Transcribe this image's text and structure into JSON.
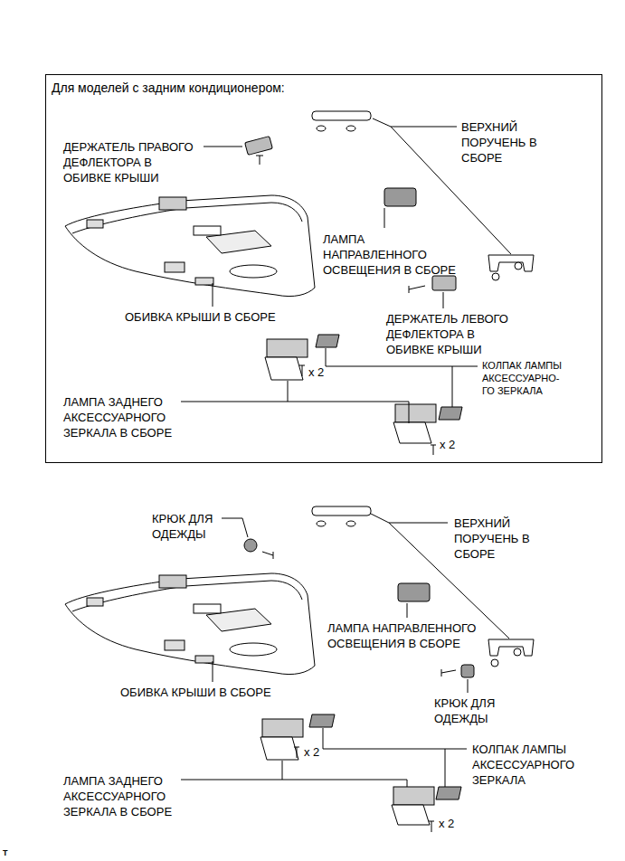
{
  "diagram": {
    "nodes": [
      {
        "text": [
          "Для моделей с задним кондиционером:"
        ]
      }
    ],
    "labels": [
      "ДЕРЖАТЕЛЬ ПРАВОГО ДЕФЛЕКТОРА В ОБИВКЕ КРЫШИ",
      "ВЕРХНИЙ ПОРУЧЕНЬ В СБОРЕ",
      "ЛАМПА НАПРАВЛЕННОГО ОСВЕЩЕНИЯ В СБОРЕ",
      "ОБИВКА КРЫШИ В СБОРЕ",
      "ДЕРЖАТЕЛЬ ЛЕВОГО ДЕФЛЕКТОРА В ОБИВКЕ КРЫШИ",
      "x 2",
      "КОЛПАК ЛАМПЫ АКСЕССУАРНО- ГО ЗЕРКАЛА",
      "ЛАМПА ЗАДНЕГО АКСЕССУАРНОГО ЗЕРКАЛА В СБОРЕ",
      "x 2",
      "КРЮК ДЛЯ ОДЕЖДЫ",
      "ВЕРХНИЙ ПОРУЧЕНЬ В СБОРЕ",
      "ЛАМПА НАПРАВЛЕННОГО ОСВЕЩЕНИЯ В СБОРЕ",
      "ОБИВКА КРЫШИ В СБОРЕ",
      "КРЮК ДЛЯ ОДЕЖДЫ",
      "x 2",
      "КОЛПАК ЛАМПЫ АКСЕССУАРНОГО ЗЕРКАЛА",
      "ЛАМПА ЗАДНЕГО АКСЕССУАРНОГО ЗЕРКАЛА В СБОРЕ",
      "x 2",
      "T"
    ]
  }
}
